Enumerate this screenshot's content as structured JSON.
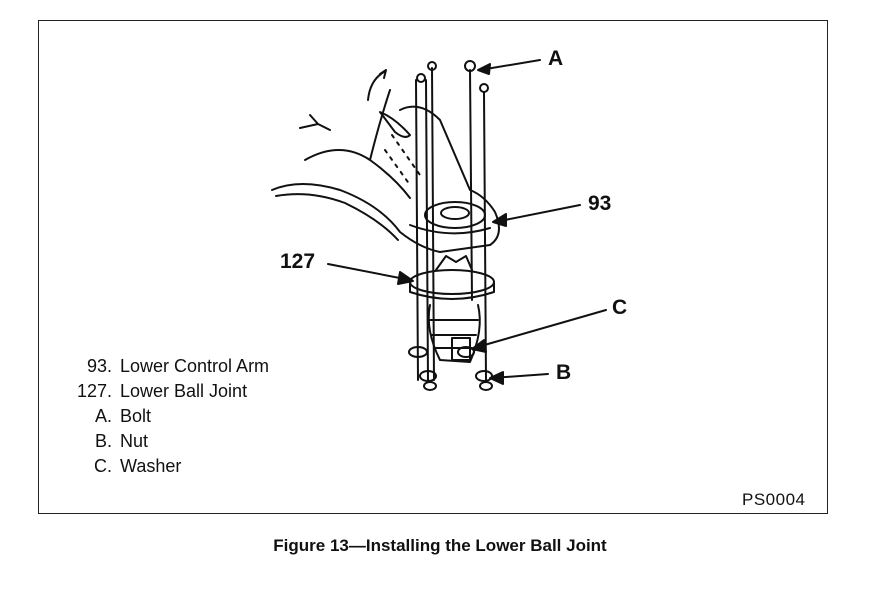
{
  "callouts": {
    "a": "A",
    "b": "B",
    "c": "C",
    "n93": "93",
    "n127": "127"
  },
  "legend": [
    {
      "key": "93.",
      "label": "Lower Control Arm"
    },
    {
      "key": "127.",
      "label": "Lower Ball Joint"
    },
    {
      "key": "A.",
      "label": "Bolt"
    },
    {
      "key": "B.",
      "label": "Nut"
    },
    {
      "key": "C.",
      "label": "Washer"
    }
  ],
  "code": "PS0004",
  "caption": "Figure 13—Installing the Lower Ball Joint",
  "colors": {
    "ink": "#111111",
    "paper": "#ffffff"
  }
}
